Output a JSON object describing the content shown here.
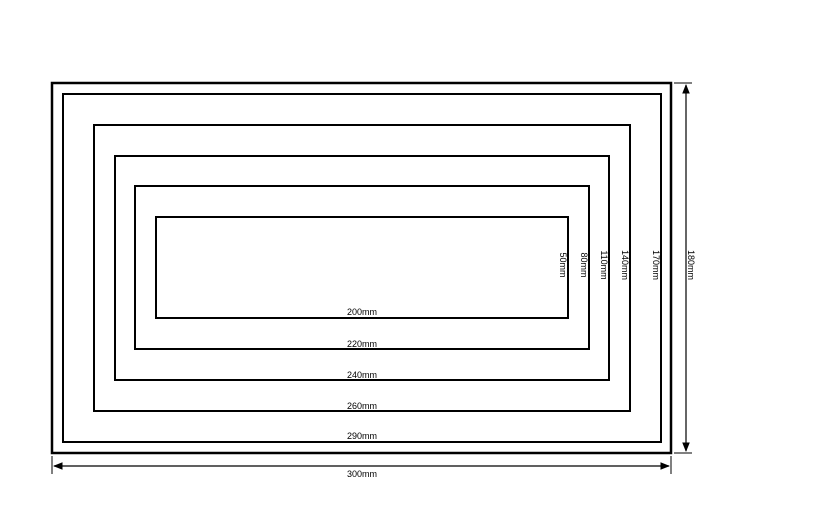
{
  "outer": {
    "width_label": "300mm",
    "height_label": "180mm"
  },
  "frames": [
    {
      "width_label": "290mm",
      "height_label": "170mm"
    },
    {
      "width_label": "260mm",
      "height_label": "140mm"
    },
    {
      "width_label": "240mm",
      "height_label": "110mm"
    },
    {
      "width_label": "220mm",
      "height_label": "80mm"
    },
    {
      "width_label": "200mm",
      "height_label": "50mm"
    }
  ],
  "colors": {
    "line": "#000000",
    "background": "#ffffff"
  }
}
